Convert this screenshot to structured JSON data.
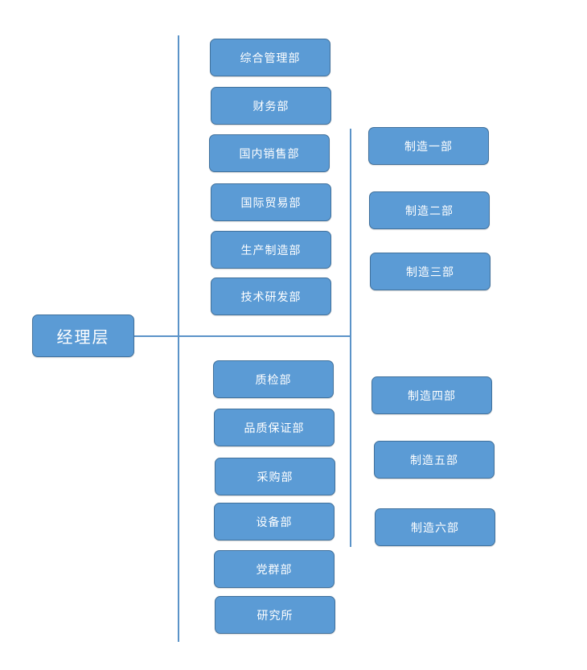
{
  "diagram": {
    "root": {
      "label": "经理层"
    },
    "departments": [
      {
        "label": "综合管理部"
      },
      {
        "label": "财务部"
      },
      {
        "label": "国内销售部"
      },
      {
        "label": "国际贸易部"
      },
      {
        "label": "生产制造部"
      },
      {
        "label": "技术研发部"
      },
      {
        "label": "质检部"
      },
      {
        "label": "品质保证部"
      },
      {
        "label": "采购部"
      },
      {
        "label": "设备部"
      },
      {
        "label": "党群部"
      },
      {
        "label": "研究所"
      }
    ],
    "manufacturing_units": [
      {
        "label": "制造一部"
      },
      {
        "label": "制造二部"
      },
      {
        "label": "制造三部"
      },
      {
        "label": "制造四部"
      },
      {
        "label": "制造五部"
      },
      {
        "label": "制造六部"
      }
    ],
    "colors": {
      "box_fill": "#5b9bd5",
      "box_border": "#41719c",
      "box_text": "#ffffff",
      "connector": "#5b93c8"
    }
  }
}
